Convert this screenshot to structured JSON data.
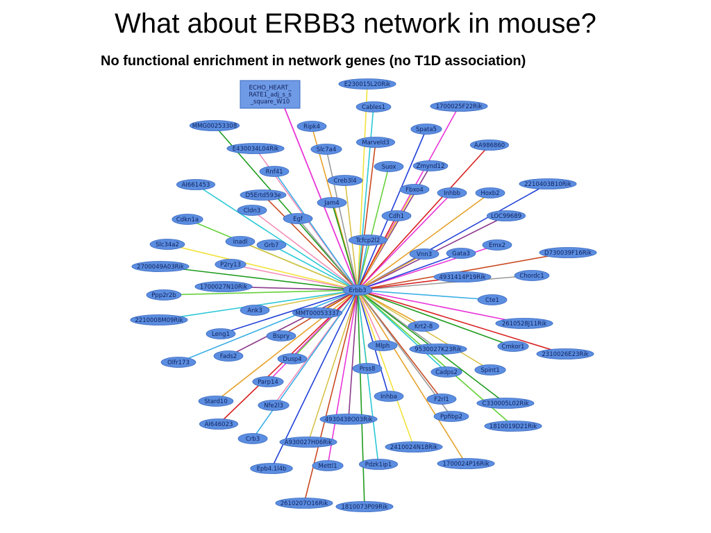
{
  "slide": {
    "title": "What about ERBB3 network in mouse?",
    "subtitle": "No functional enrichment in network genes (no T1D association)"
  },
  "network": {
    "hub": "Erbb3",
    "trait_node": [
      "ECHO_HEART_",
      "RATE1_adj_s_s",
      "_square_W10"
    ],
    "nodes": [
      "E230015L20Rik",
      "Cables1",
      "1700025F22Rik",
      "Ripk4",
      "Spata5",
      "Marveld3",
      "MMG00253308",
      "E430034L04Rik",
      "Slc7a4",
      "AA986860",
      "Zmynd12",
      "Suox",
      "Rnf41",
      "Creb3l4",
      "Fbxo4",
      "AI661453",
      "Inhbb",
      "Hoxb2",
      "2210403B10Rik",
      "D5Ertd593e",
      "Jam4",
      "Cldn3",
      "Egf",
      "Cdh1",
      "LOC99689",
      "Cdkn1a",
      "Tcfcp2l2",
      "Inadl",
      "Slc34a2",
      "Grb7",
      "Emx2",
      "Vnn3",
      "Gata3",
      "D730039F16Rik",
      "2700049A03Rik",
      "P2ry13",
      "Chordc1",
      "4931414P19Rik",
      "1700027N10Rik",
      "Ppp2r2b",
      "Cte1",
      "Ank3",
      "MMT00053337",
      "2210008M09Rik",
      "2610528J11Rik",
      "Krt2-8",
      "Leng1",
      "Bspry",
      "Cmkor1",
      "Mlph",
      "9530027K23Rik",
      "2310026E23Rik",
      "Fads2",
      "Dusp4",
      "Olfr173",
      "Spint1",
      "Prss8",
      "Cadps2",
      "Parp14",
      "Stard10",
      "Inhba",
      "F2rl1",
      "C330005L02Rik",
      "Nfe2l3",
      "Ppfibp2",
      "AI646023",
      "4930438O03Rik",
      "1810019D21Rik",
      "Crb3",
      "A930027H06Rik",
      "2410024N18Rik",
      "Pdzk1ip1",
      "Mettl1",
      "1700024P16Rik",
      "Epb4.1l4b",
      "2610207O16Rik",
      "1810073P09Rik"
    ]
  },
  "colors": {
    "node_fill": "#5b8de0",
    "node_stroke": "#3a6ac0",
    "trait_fill": "#6f9ae6"
  }
}
